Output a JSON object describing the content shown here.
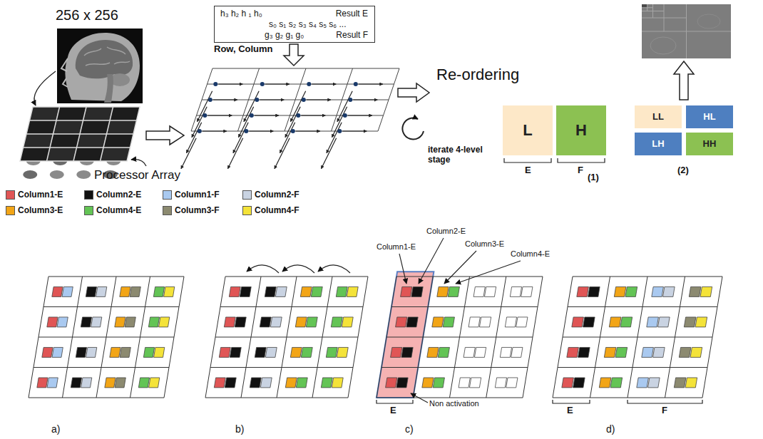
{
  "diagram": {
    "nodes": [
      {
        "text": [
          "h₃ h₂ h ₁ h₀",
          "Result E",
          "s₀ s₁ s₂ s₃ s₄ s₅ s₆ ...",
          "g₃ g₂ g₁ g₀",
          "Result F"
        ]
      },
      {
        "text": [
          "L"
        ]
      },
      {
        "text": [
          "H"
        ]
      },
      {
        "text": [
          "LL"
        ]
      },
      {
        "text": [
          "HL"
        ]
      },
      {
        "text": [
          "LH"
        ]
      },
      {
        "text": [
          "HH"
        ]
      }
    ],
    "labels": [
      "256 x 256",
      "Processor Array",
      "Row, Column",
      "Re-ordering",
      "iterate 4-level stage",
      "E",
      "F",
      "(1)",
      "(2)",
      "Column1-E",
      "Column2-E",
      "Column3-E",
      "Column4-E",
      "Non activation",
      "E",
      "E",
      "F",
      "a)",
      "b)",
      "c)",
      "d)"
    ],
    "legend": [
      {
        "text": "Column1-E",
        "color": "#e05555"
      },
      {
        "text": "Column2-E",
        "color": "#111111"
      },
      {
        "text": "Column1-F",
        "color": "#a9c9f0"
      },
      {
        "text": "Column2-F",
        "color": "#c9d3e2"
      },
      {
        "text": "Column3-E",
        "color": "#f2a516"
      },
      {
        "text": "Column4-E",
        "color": "#63c455"
      },
      {
        "text": "Column3-F",
        "color": "#8c8a70"
      },
      {
        "text": "Column4-F",
        "color": "#f4e339"
      }
    ]
  }
}
